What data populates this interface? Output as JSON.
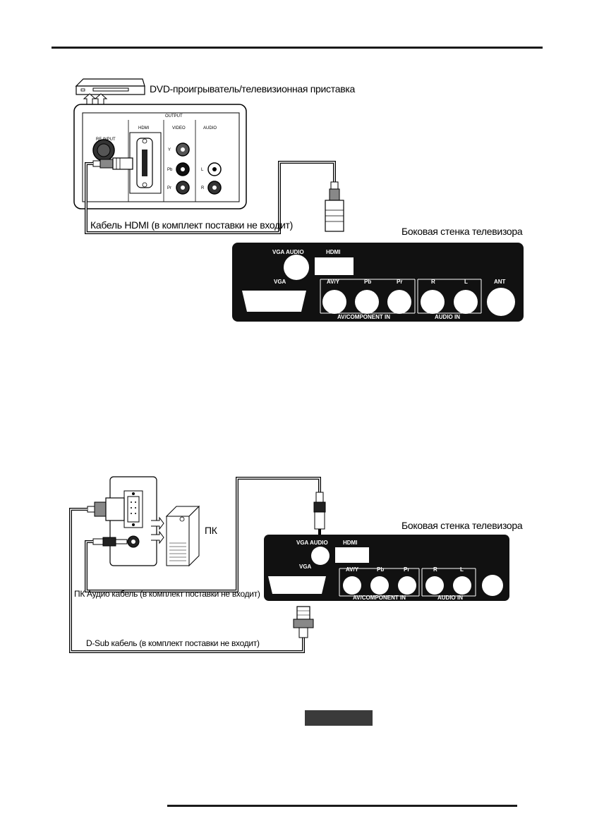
{
  "top": {
    "player_caption": "DVD-проигрыватель/телевизионная приставка",
    "source_panel": {
      "output": "OUTPUT",
      "rf_input": "RF INPUT",
      "hdmi": "HDMI",
      "video": "VIDEO",
      "audio": "AUDIO",
      "y": "Y",
      "pb": "Pb",
      "pr": "Pr",
      "l": "L",
      "r": "R"
    },
    "cable_caption": "Кабель HDMI (в комплект поставки не входит)",
    "tv_side_caption": "Боковая стенка телевизора"
  },
  "tv_panel": {
    "vga_audio": "VGA AUDIO",
    "hdmi": "HDMI",
    "vga": "VGA",
    "av_y": "AV/Y",
    "pb": "Pb",
    "pr": "Pr",
    "r": "R",
    "l": "L",
    "ant": "ANT",
    "av_component_in": "AV/COMPONENT IN",
    "audio_in": "AUDIO IN"
  },
  "bottom": {
    "pc_caption": "ПК",
    "tv_side_caption": "Боковая стенка телевизора",
    "pc_audio_caption": "ПК Аудио кабель (в комплект поставки не входит)",
    "dsub_caption": "D-Sub кабель (в комплект поставки не входит)"
  },
  "colors": {
    "panel": "#111111",
    "badge": "#3a3a3a",
    "rule": "#1a1a1a"
  }
}
